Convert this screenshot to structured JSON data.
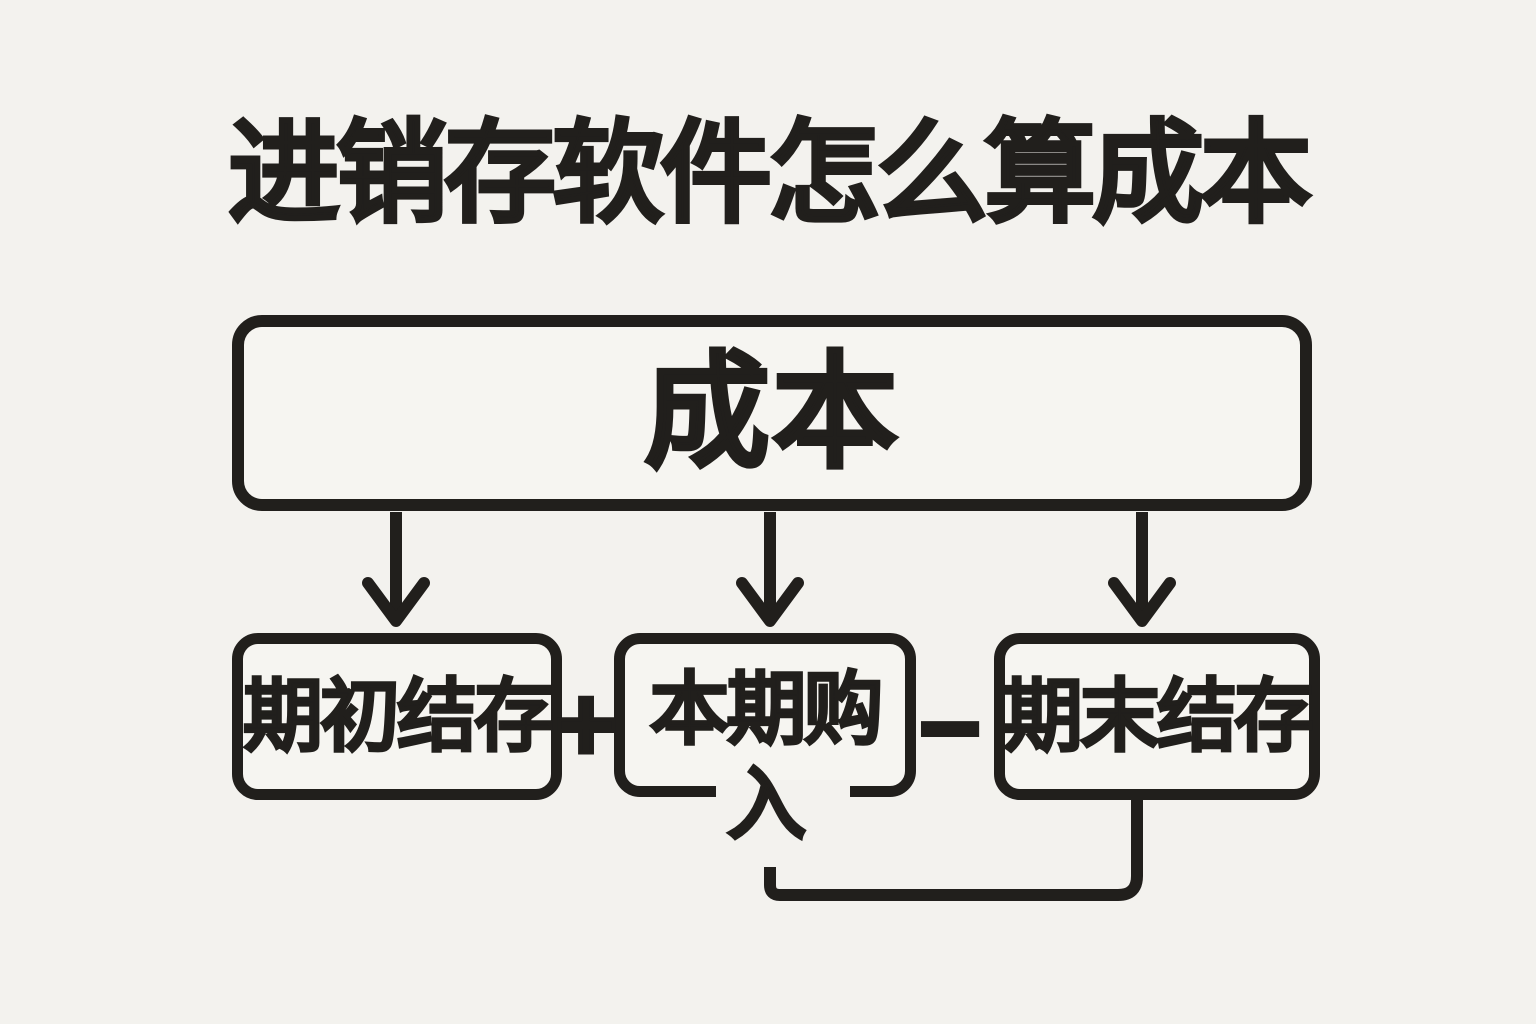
{
  "title": "进销存软件怎么算成本",
  "diagram": {
    "root_box": {
      "label": "成本"
    },
    "operators": {
      "plus": "+",
      "minus": "−"
    },
    "child_boxes": [
      {
        "id": "beginning-balance",
        "label": "期初结存",
        "label_lines": [
          "期初结存"
        ]
      },
      {
        "id": "current-period-purchase",
        "label": "本期购入",
        "label_lines": [
          "本期购",
          "入"
        ]
      },
      {
        "id": "ending-balance",
        "label": "期末结存",
        "label_lines": [
          "期末结存"
        ]
      }
    ],
    "formula": "成本 = 期初结存 + 本期购入 − 期末结存"
  },
  "colors": {
    "background": "#f3f2ee",
    "ink": "#211f1c",
    "box_fill": "#f6f5f1"
  }
}
